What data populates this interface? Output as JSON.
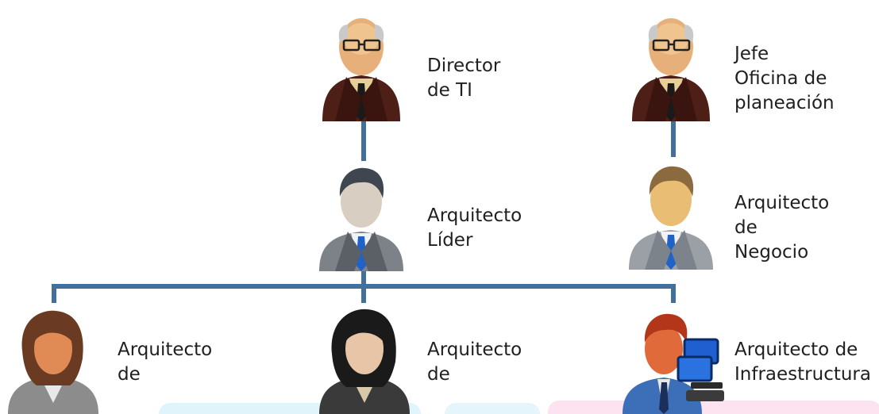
{
  "colors": {
    "connector": "#41709c",
    "suit_dark": "#4e1f16",
    "suit_gray": "#7d8288",
    "skin": "#e7b07a",
    "skin_red": "#d9653a",
    "tie_blue": "#1f62c8"
  },
  "nodes": {
    "director_ti": {
      "label": "Director de TI",
      "icon": "executive-man-icon"
    },
    "jefe_oficina": {
      "label": "Jefe Oficina de\nplaneación",
      "icon": "executive-man-icon"
    },
    "arquitecto_lider": {
      "label": "Arquitecto Líder",
      "icon": "businessman-icon"
    },
    "arquitecto_negocio": {
      "label": "Arquitecto de\nNegocio",
      "icon": "businessman-icon"
    },
    "arquitecto_1": {
      "label": "Arquitecto de",
      "icon": "businesswoman-icon"
    },
    "arquitecto_2": {
      "label": "Arquitecto de",
      "icon": "businesswoman-icon"
    },
    "arquitecto_infra": {
      "label": "Arquitecto de\nInfraestructura",
      "icon": "technician-computer-icon"
    }
  }
}
